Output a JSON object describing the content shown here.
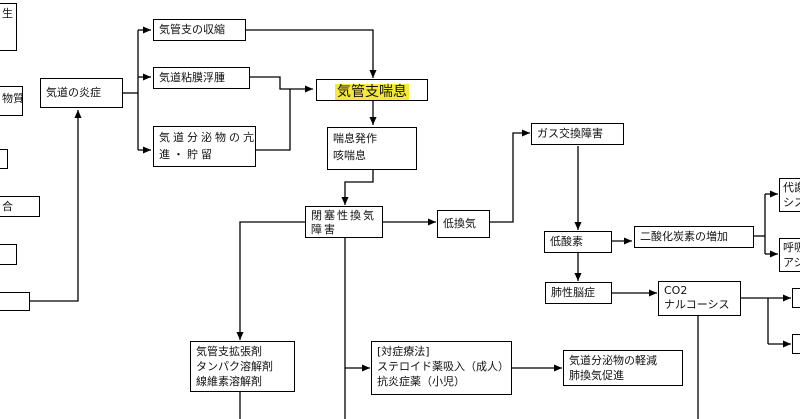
{
  "nodes": {
    "left1": "生",
    "left2": "物質",
    "left3": "",
    "left4": "合",
    "left5": "",
    "left6": "",
    "inflammation": "気道の炎症",
    "constriction": "気管支の収縮",
    "edema": "気道粘膜浮腫",
    "secretion": "気道分泌物の亢\n進・貯留",
    "asthma": "気管支喘息",
    "attack": "喘息発作\n咳喘息",
    "obstructive": "閉塞性換気\n障害",
    "hypoventilation": "低換気",
    "gas_exchange": "ガス交換障害",
    "hypoxemia": "低酸素",
    "co2_increase": "二酸化炭素の増加",
    "right_top": "代謝\nシス",
    "right_mid": "呼吸\nアシ",
    "encephalopathy": "肺性脳症",
    "co2_narcosis": "CO2\nナルコーシス",
    "bronchodilator": "気管支拡張剤\nタンパク溶解剤\n線維素溶解剤",
    "symptomatic": "[対症療法]\nステロイド薬吸入（成人）\n抗炎症薬（小児）",
    "reduction": "気道分泌物の軽減\n肺換気促進",
    "right_b1": "",
    "right_b2": ""
  }
}
